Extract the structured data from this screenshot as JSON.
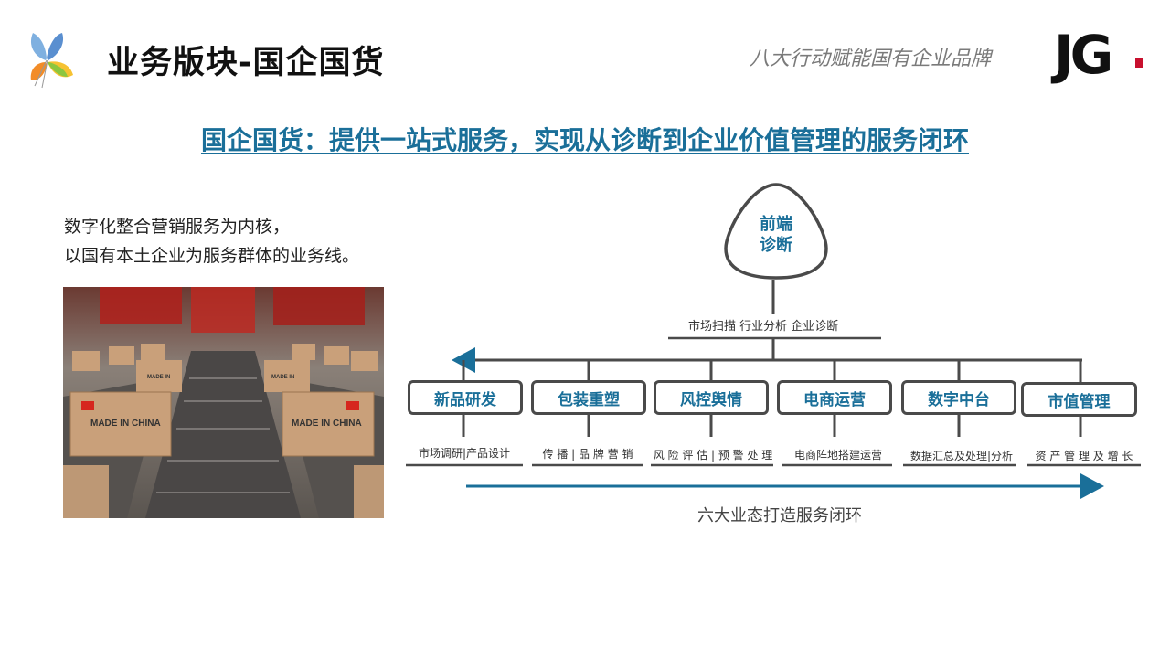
{
  "header": {
    "title": "业务版块-国企国货",
    "slogan": "八大行动赋能国有企业品牌",
    "brand": "JG"
  },
  "headline": "国企国货：提供一站式服务，实现从诊断到企业价值管理的服务闭环",
  "intro": {
    "line1": "数字化整合营销服务为内核，",
    "line2": "以国有本土企业为服务群体的业务线。"
  },
  "photo": {
    "box_text_1": "MADE IN CHINA",
    "box_text_2": "MADE IN CHINA",
    "box_text_3": "MADE IN",
    "box_text_4": "MADE IN"
  },
  "diagram": {
    "top_node_line1": "前端",
    "top_node_line2": "诊断",
    "top_caption": "市场扫描 行业分析  企业诊断",
    "nodes": [
      {
        "label": "新品研发",
        "caption": "市场调研|产品设计"
      },
      {
        "label": "包装重塑",
        "caption": "传 播 | 品 牌 营 销"
      },
      {
        "label": "风控舆情",
        "caption": "风 险 评 估 | 预 警 处 理"
      },
      {
        "label": "电商运营",
        "caption": "电商阵地搭建运营"
      },
      {
        "label": "数字中台",
        "caption": "数据汇总及处理|分析"
      },
      {
        "label": "市值管理",
        "caption": "资 产 管 理 及 增 长"
      }
    ],
    "bottom_label": "六大业态打造服务闭环"
  },
  "colors": {
    "accent": "#1a6f99",
    "line": "#4a4a4a",
    "brand_red": "#c8102e"
  }
}
